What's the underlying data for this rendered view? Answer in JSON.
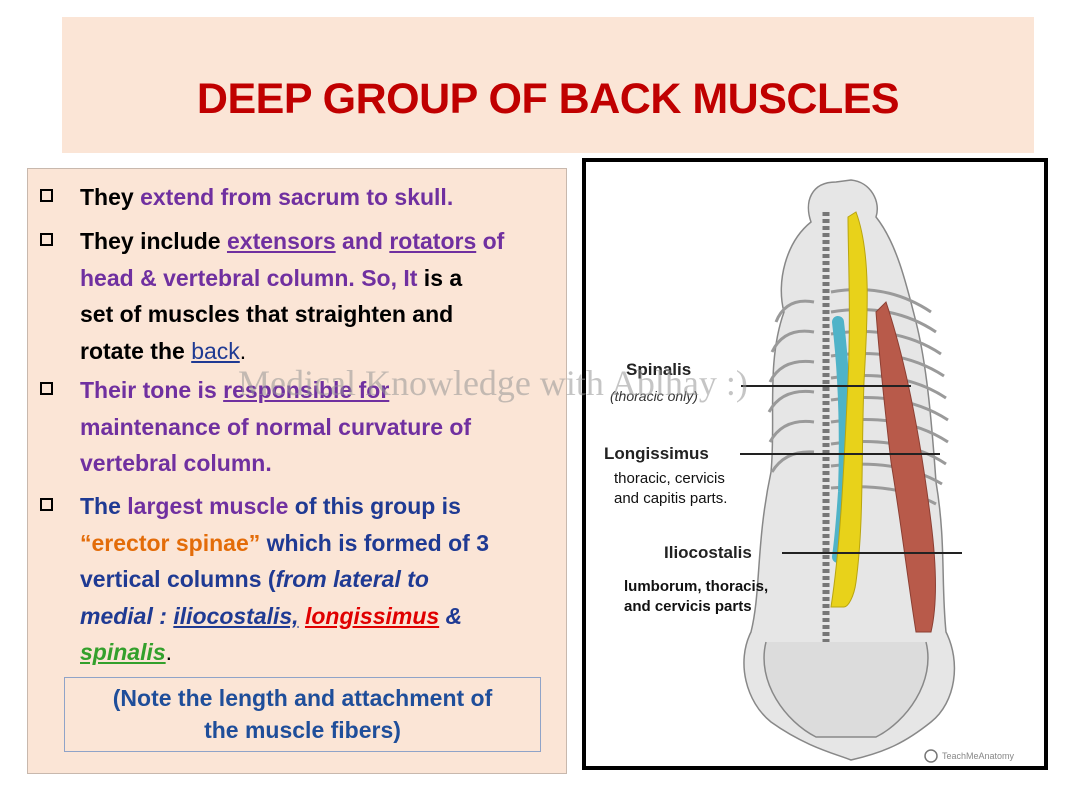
{
  "title": "DEEP GROUP OF BACK MUSCLES",
  "bullets": [
    {
      "parts": [
        "They ",
        "extend from sacrum to skull."
      ]
    },
    {
      "parts": [
        "They include ",
        "extensors",
        " and ",
        "rotators",
        " of",
        "head & vertebral column. So, It",
        " is a",
        "set of muscles that straighten and",
        "rotate the ",
        "back",
        "."
      ]
    },
    {
      "parts": [
        "Their tone is ",
        "responsible for",
        "maintenance of normal curvature of",
        "vertebral column."
      ]
    },
    {
      "parts": [
        "The ",
        "largest muscle",
        " of this group is",
        "“erector spinae”",
        " which is formed of 3",
        "vertical columns (",
        "from lateral to",
        "medial : ",
        "iliocostalis,",
        " ",
        "longissimus",
        " &",
        "spinalis",
        "."
      ]
    }
  ],
  "note": {
    "line1": "(Note the length and attachment of",
    "line2": "the muscle fibers)"
  },
  "figure": {
    "spinalis": {
      "label": "Spinalis",
      "sub": "(thoracic only)"
    },
    "longissimus": {
      "label": "Longissimus",
      "sub1": "thoracic, cervicis",
      "sub2": "and capitis parts."
    },
    "iliocostalis": {
      "label": "Iliocostalis",
      "sub1": "lumborum, thoracis,",
      "sub2": "and cervicis parts"
    },
    "credit": "TeachMeAnatomy"
  },
  "watermark": "Medical Knowledge with Ablhay :)",
  "colors": {
    "title": "#c00000",
    "spinalis": "#4fb3c8",
    "longissimus": "#e8d21a",
    "iliocostalis": "#b85a4a"
  }
}
